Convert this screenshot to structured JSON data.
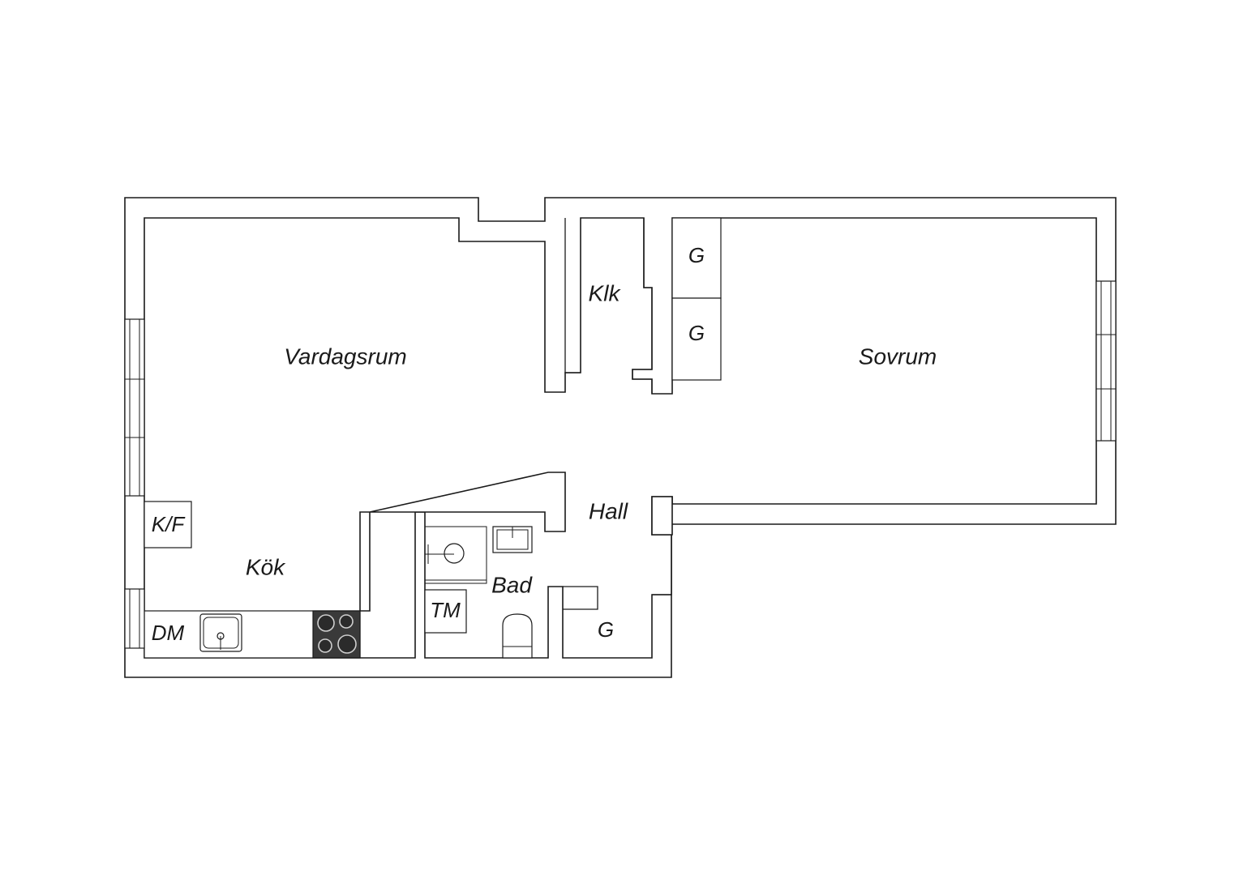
{
  "floor_plan": {
    "rooms": {
      "vardagsrum": "Vardagsrum",
      "sovrum": "Sovrum",
      "klk": "Klk",
      "hall": "Hall",
      "kok": "Kök",
      "bad": "Bad"
    },
    "fixtures": {
      "kf": "K/F",
      "dm": "DM",
      "tm": "TM",
      "wardrobe_top": "G",
      "wardrobe_middle": "G",
      "wardrobe_hall": "G"
    }
  }
}
